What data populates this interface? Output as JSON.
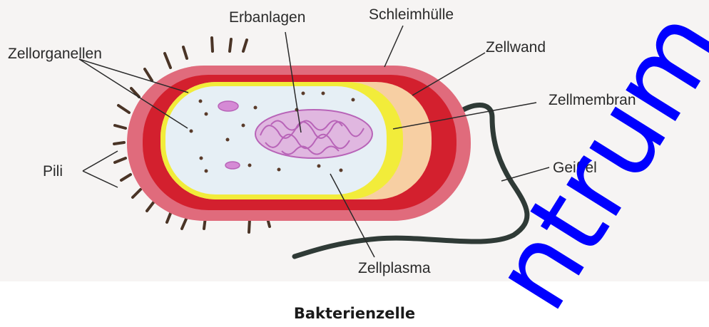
{
  "labels": {
    "erbanlagen": "Erbanlagen",
    "schleimhuelle": "Schleimhülle",
    "zellorganellen": "Zellorganellen",
    "zellwand": "Zellwand",
    "zellmembran": "Zellmembran",
    "pili": "Pili",
    "geissel": "Geißel",
    "zellplasma": "Zellplasma"
  },
  "caption": "Bakterienzelle",
  "watermark": "ntrum",
  "colors": {
    "capsule": "#e06b7c",
    "cell_wall": "#d3202e",
    "cytoplasm": "#e6eff5",
    "nucleoid": "#c67ac6",
    "membrane_yellow": "#f2ec3a",
    "wall_peach": "#f7cfa3",
    "flagellum": "#2f3a36",
    "watermark": "#0000ff"
  }
}
